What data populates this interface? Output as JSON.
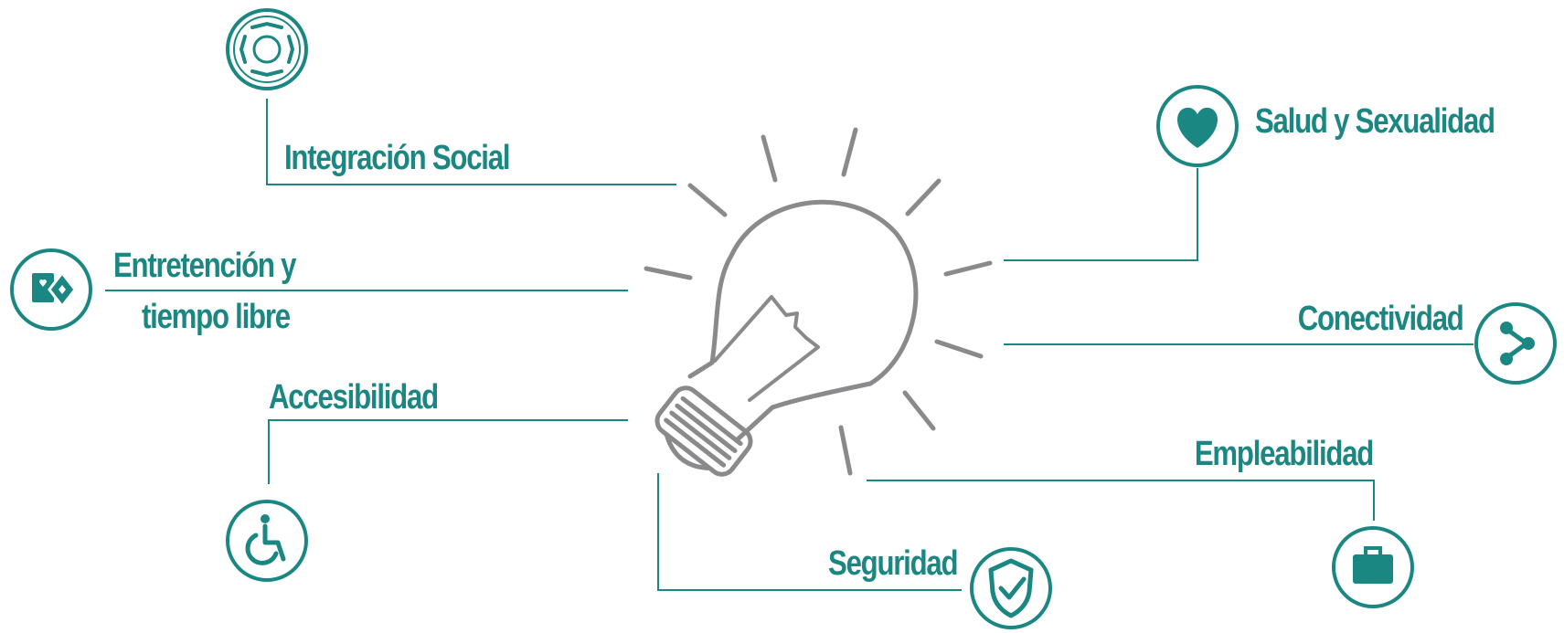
{
  "colors": {
    "accent": "#1b8782",
    "bulb": "#8a8a8c"
  },
  "categories": [
    {
      "id": "integracion",
      "label": "Integración  Social",
      "icon": "hands-circle-icon"
    },
    {
      "id": "entretencion",
      "label_line1": "Entretención y",
      "label_line2": "tiempo libre",
      "icon": "playing-cards-icon"
    },
    {
      "id": "accesibilidad",
      "label": "Accesibilidad",
      "icon": "wheelchair-icon"
    },
    {
      "id": "seguridad",
      "label": "Seguridad",
      "icon": "shield-check-icon"
    },
    {
      "id": "salud",
      "label": "Salud y Sexualidad",
      "icon": "heart-icon"
    },
    {
      "id": "conectividad",
      "label": "Conectividad",
      "icon": "share-icon"
    },
    {
      "id": "empleabilidad",
      "label": "Empleabilidad",
      "icon": "briefcase-icon"
    }
  ],
  "center": {
    "icon": "lightbulb-icon"
  }
}
